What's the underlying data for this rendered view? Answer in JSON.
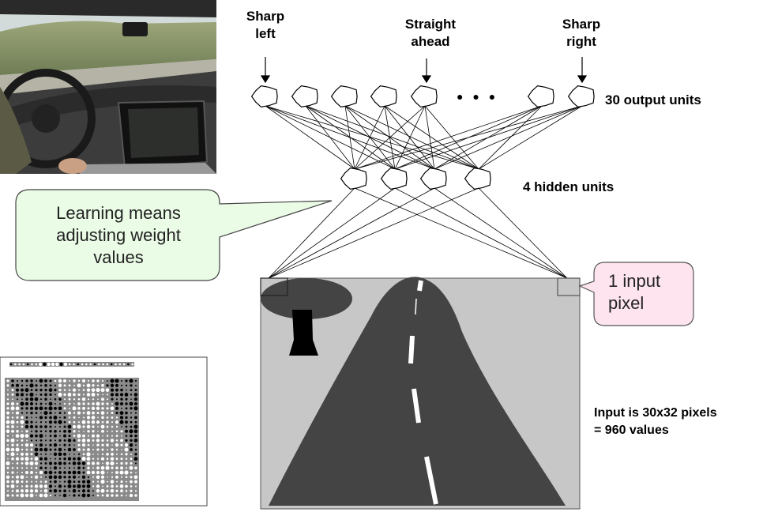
{
  "output_labels": {
    "left": "Sharp\nleft",
    "center": "Straight\nahead",
    "right": "Sharp\nright"
  },
  "output_units_label": "30 output units",
  "hidden_units_label": "4 hidden units",
  "callouts": {
    "learning": "Learning means\nadjusting weight\nvalues",
    "input_pixel": "1 input\npixel"
  },
  "input_description": "Input is 30x32 pixels\n= 960 values",
  "ellipsis_glyphs": "● ● ●",
  "colors": {
    "callout_green_fill": "#eafbe6",
    "callout_pink_fill": "#fde4ee",
    "road_image_bg": "#c7c7c7",
    "road": "#444444",
    "node_stroke": "#000000"
  },
  "icons": {
    "car-photo": "car-interior-photo-icon",
    "pixel-grid": "pixel-weights-grid-icon",
    "road": "road-sketch-icon",
    "tree": "tree-icon"
  }
}
